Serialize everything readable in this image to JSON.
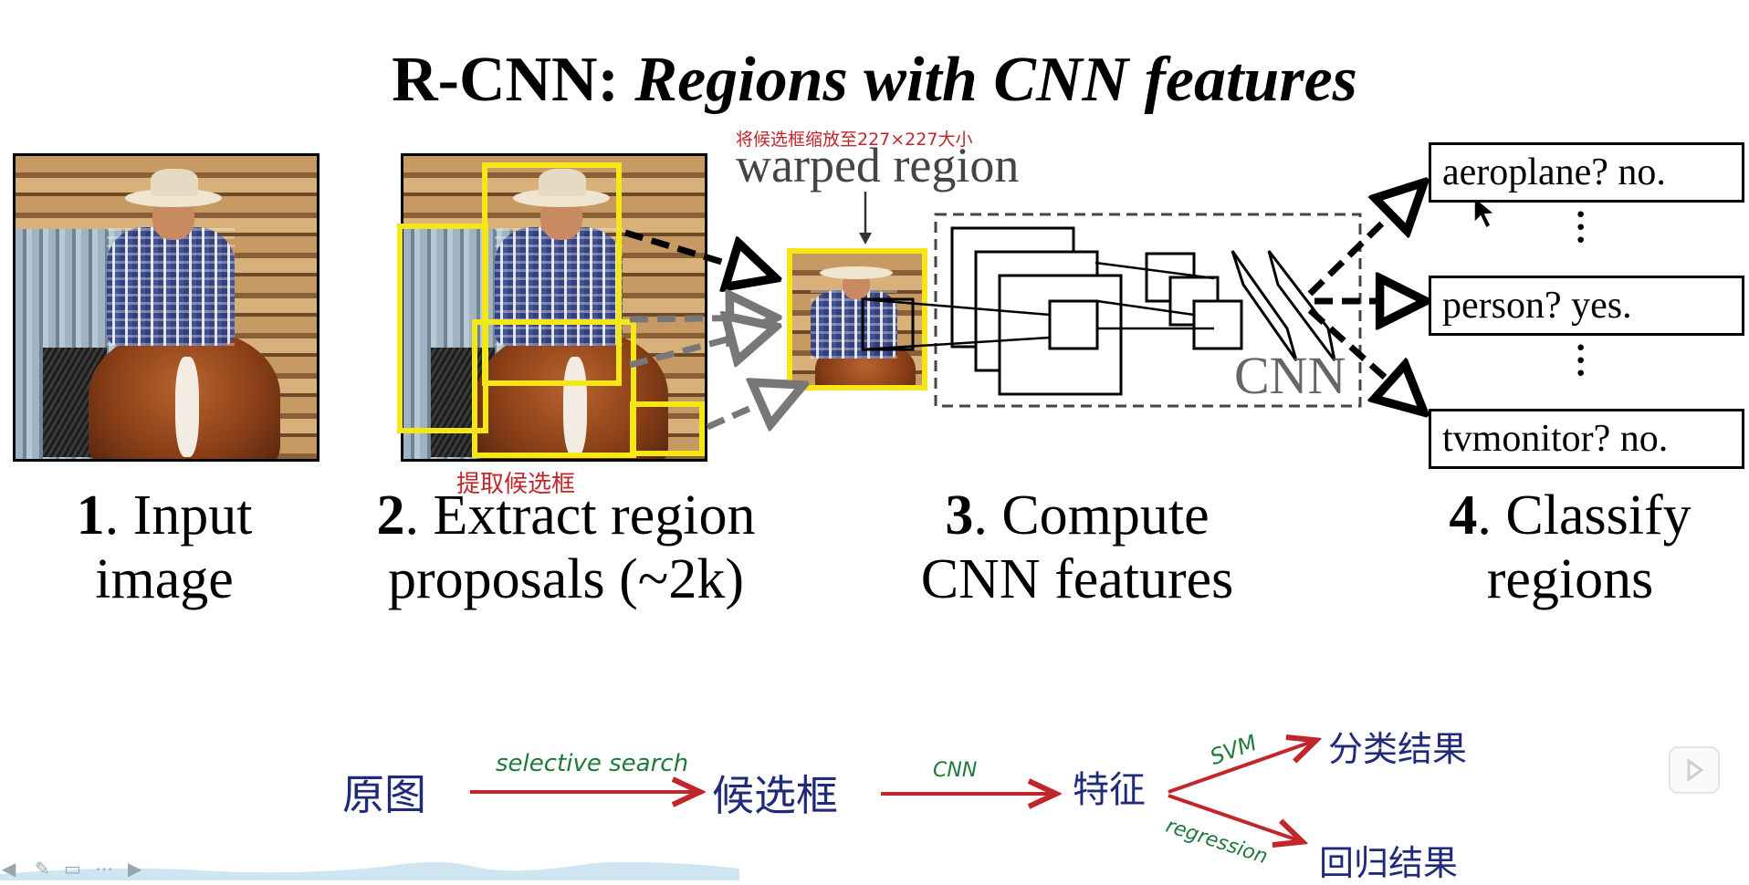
{
  "title": {
    "bold": "R-CNN: ",
    "italic": "Regions with CNN features"
  },
  "annotations": {
    "resize_note": "将候选框缩放至227×227大小",
    "warped_label": "warped region",
    "extract_note": "提取候选框",
    "cnn_box_label": "CNN"
  },
  "steps": [
    {
      "num": "1",
      "line1": ". Input",
      "line2": "image"
    },
    {
      "num": "2",
      "line1": ". Extract region",
      "line2": "proposals (~2k)"
    },
    {
      "num": "3",
      "line1": ". Compute",
      "line2": "CNN features"
    },
    {
      "num": "4",
      "line1": ". Classify",
      "line2": "regions"
    }
  ],
  "classes": [
    {
      "label": "aeroplane? no."
    },
    {
      "label": "person? yes."
    },
    {
      "label": "tvmonitor? no."
    }
  ],
  "handwriting": {
    "source": "原图",
    "method1": "selective search",
    "candidates": "候选框",
    "method2": "CNN",
    "features": "特征",
    "svm": "SVM",
    "regression": "regression",
    "classify_result": "分类结果",
    "regress_result": "回归结果"
  },
  "colors": {
    "proposal_box": "#f5e616",
    "annotation_red": "#c0262a",
    "handwriting_blue": "#1f2a7a",
    "handwriting_green": "#1f7a3a"
  },
  "icons": [
    "cursor-arrow-icon",
    "video-play-icon",
    "back-arrow-icon",
    "pen-icon",
    "screen-icon",
    "more-icon",
    "forward-arrow-icon"
  ]
}
